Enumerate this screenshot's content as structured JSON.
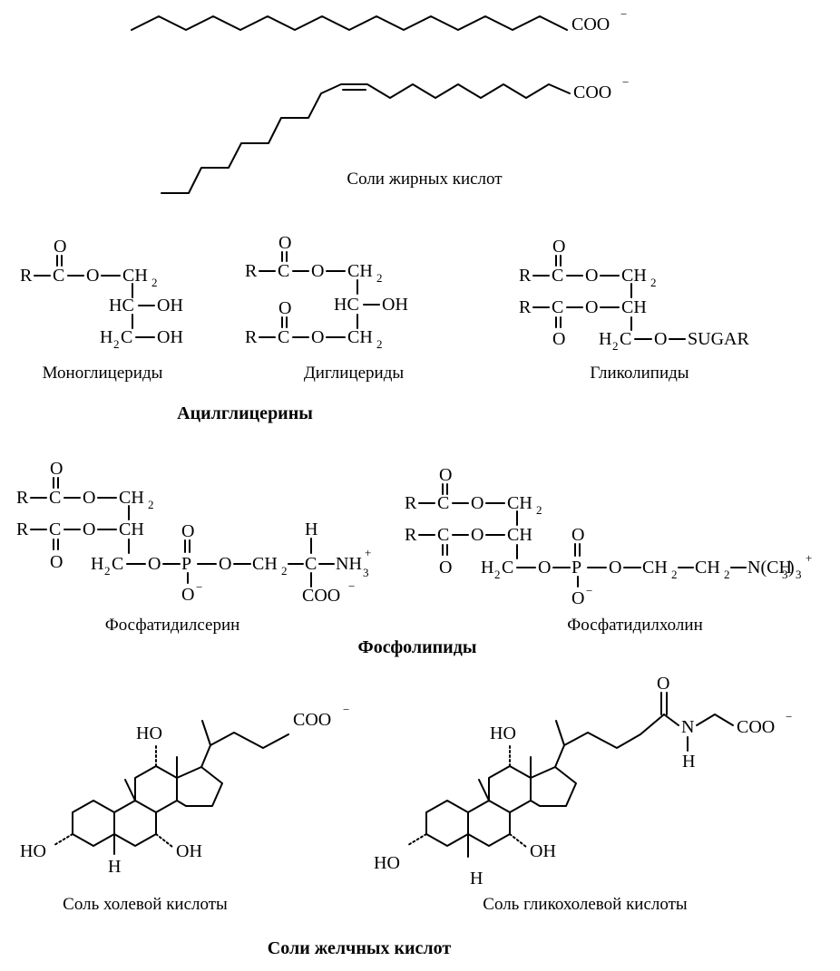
{
  "fatty_acids": {
    "coo_group": "COO",
    "charge": "−",
    "caption": "Соли жирных кислот"
  },
  "acylglycerols": {
    "heading": "Ацилглицерины",
    "mono": {
      "caption": "Моноглицериды"
    },
    "di": {
      "caption": "Диглицериды"
    },
    "glyco": {
      "caption": "Гликолипиды",
      "sugar": "SUGAR"
    }
  },
  "phospholipids": {
    "heading": "Фосфолипиды",
    "serine": {
      "caption": "Фосфатидилсерин",
      "ammonium": "NH",
      "carboxylate": "COO"
    },
    "choline": {
      "caption": "Фосфатидилхолин",
      "trimethylammonium": "N(CH"
    }
  },
  "bile_acids": {
    "heading": "Соли желчных кислот",
    "cholate": {
      "caption": "Соль холевой кислоты"
    },
    "glycocholate": {
      "caption": "Соль гликохолевой кислоты"
    }
  },
  "atoms": {
    "R": "R",
    "C": "C",
    "O": "O",
    "H": "H",
    "P": "P",
    "N": "N",
    "OH": "OH",
    "HO": "HO",
    "HC": "HC",
    "CH": "CH",
    "CH2": "CH",
    "H2C": "H",
    "two": "2",
    "three": "3"
  }
}
